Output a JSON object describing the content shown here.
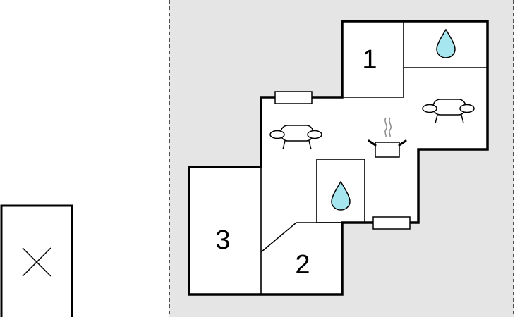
{
  "plot_background_color": "#e5e5e5",
  "wall_color": "#000000",
  "water_color": "#a6e6ee",
  "rooms": [
    {
      "id": "room-1",
      "label": "1"
    },
    {
      "id": "room-2",
      "label": "2"
    },
    {
      "id": "room-3",
      "label": "3"
    }
  ],
  "icons": [
    "water-drop-icon",
    "sofa-icon",
    "kitchen-pot-icon",
    "window-icon",
    "closed-x-icon"
  ]
}
